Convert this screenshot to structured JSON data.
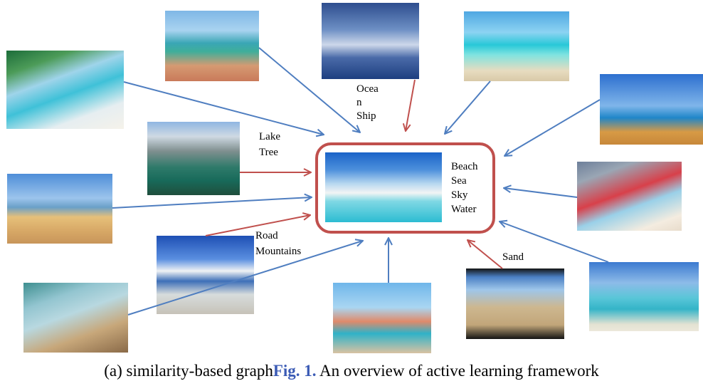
{
  "center": {
    "labels": [
      "Beach",
      "Sea",
      "Sky",
      "Water"
    ]
  },
  "labels": {
    "ocean_ship": [
      "Ocea",
      "n",
      "Ship"
    ],
    "lake_tree": [
      "Lake",
      "Tree"
    ],
    "road_mountains": [
      "Road",
      "Mountains"
    ],
    "sand": [
      "Sand"
    ]
  },
  "caption": {
    "prefix": "(a) similarity-based graph",
    "fig": "Fig. 1.",
    "text": " An overview of active learning framework"
  },
  "colors": {
    "similarity_arrow": "#4f7ec0",
    "label_arrow": "#c0504d",
    "center_border": "#c0504d",
    "fig_label": "#3b5bb5"
  }
}
